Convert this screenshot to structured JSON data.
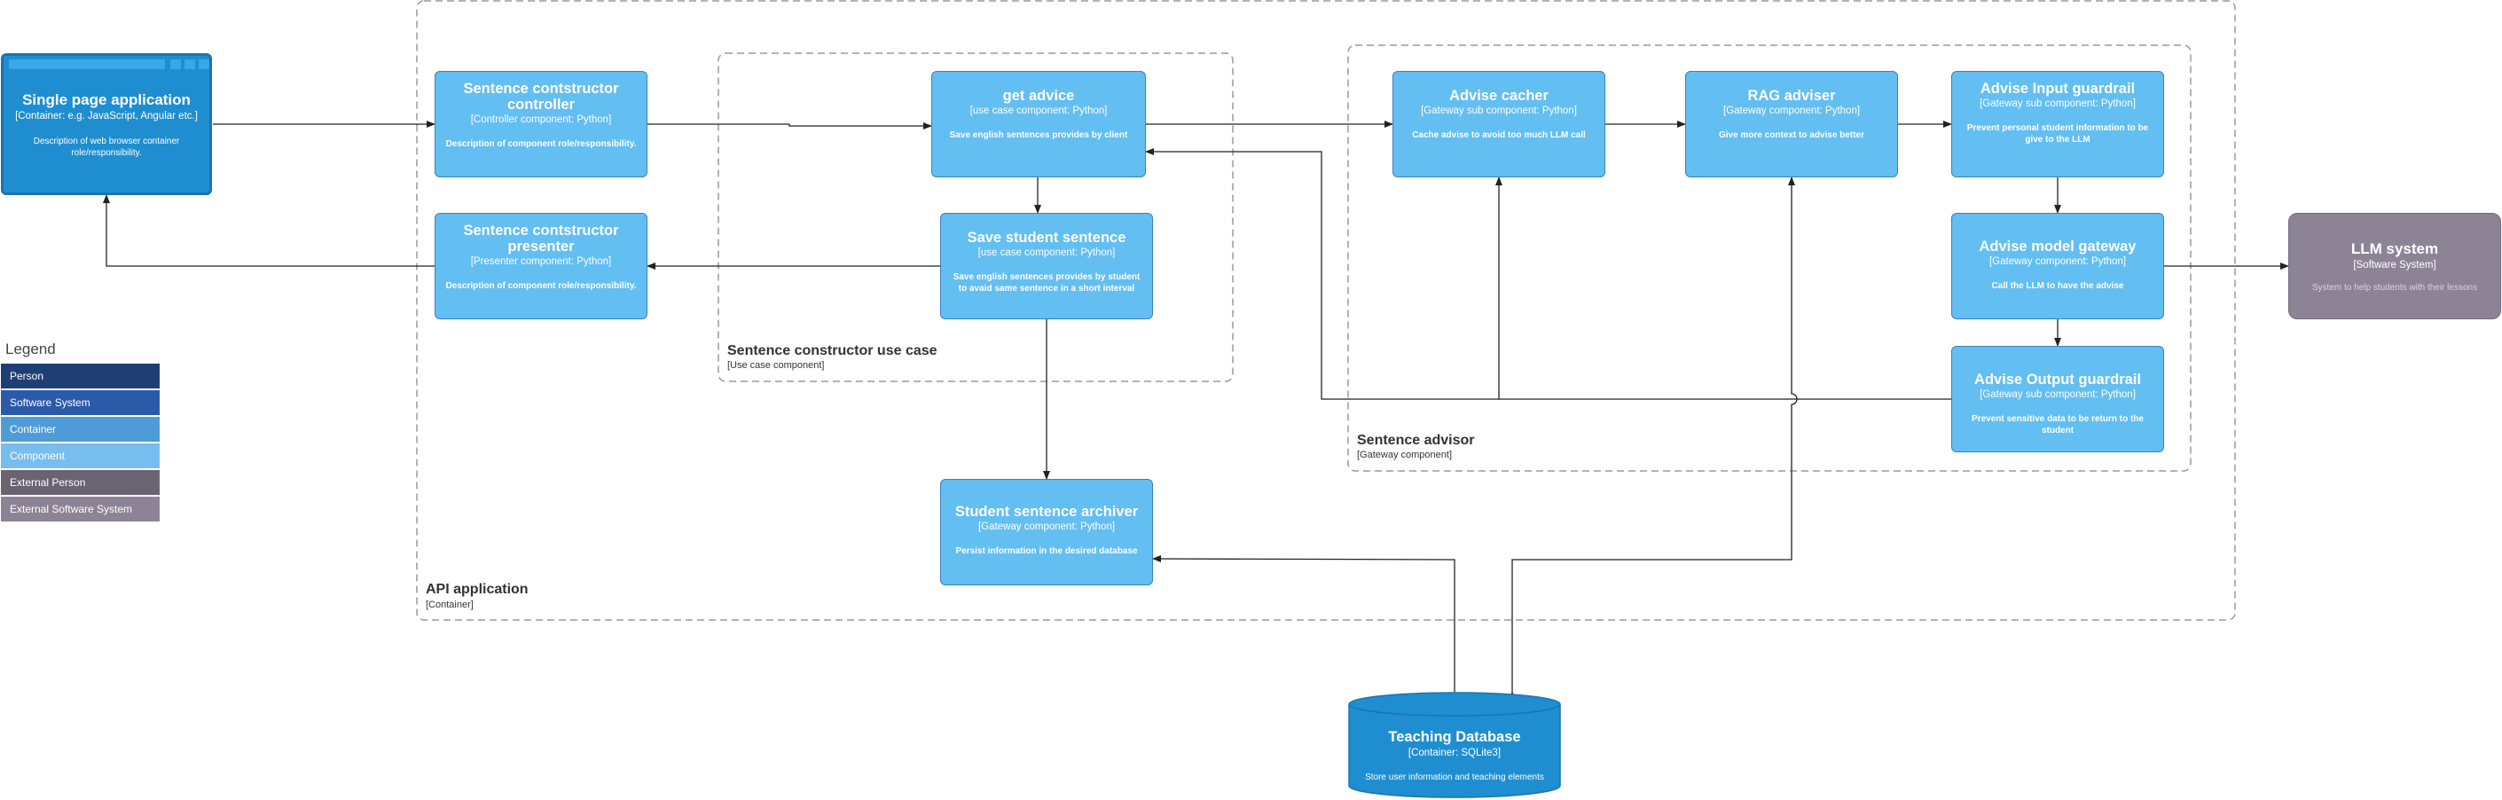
{
  "spa": {
    "title": "Single page application",
    "subtitle": "[Container: e.g. JavaScript, Angular etc.]",
    "description": "Description of web browser container role/responsibility."
  },
  "boundaries": {
    "api": {
      "title": "API application",
      "subtitle": "[Container]"
    },
    "usecase": {
      "title": "Sentence constructor use case",
      "subtitle": "[Use case component]"
    },
    "advisor": {
      "title": "Sentence advisor",
      "subtitle": "[Gateway component]"
    }
  },
  "components": {
    "controller": {
      "title": "Sentence contstructor controller",
      "subtitle": "[Controller component: Python]",
      "description": "Description of component role/responsibility."
    },
    "presenter": {
      "title": "Sentence contstructor presenter",
      "subtitle": "[Presenter component: Python]",
      "description": "Description of component role/responsibility."
    },
    "get_advice": {
      "title": "get advice",
      "subtitle": "[use case component: Python]",
      "description": "Save english sentences provides by client"
    },
    "save_sentence": {
      "title": "Save student sentence",
      "subtitle": "[use case component: Python]",
      "description": "Save english sentences provides by student to avaid same sentence in a short interval"
    },
    "archiver": {
      "title": "Student sentence archiver",
      "subtitle": "[Gateway component: Python]",
      "description": "Persist information in the desired database"
    },
    "cacher": {
      "title": "Advise cacher",
      "subtitle": "[Gateway sub component: Python]",
      "description": "Cache advise to avoid too much LLM call"
    },
    "rag": {
      "title": "RAG adviser",
      "subtitle": "[Gateway component: Python]",
      "description": "Give more context to advise better"
    },
    "input_guard": {
      "title": "Advise Input guardrail",
      "subtitle": "[Gateway sub component: Python]",
      "description": "Prevent personal student information to be give to the LLM"
    },
    "model_gateway": {
      "title": "Advise model gateway",
      "subtitle": "[Gateway component: Python]",
      "description": "Call the LLM to have the advise"
    },
    "output_guard": {
      "title": "Advise Output guardrail",
      "subtitle": "[Gateway sub component: Python]",
      "description": "Prevent sensitive data to be return to the student"
    }
  },
  "llm": {
    "title": "LLM system",
    "subtitle": "[Software System]",
    "description": "System to help students with their lessons"
  },
  "database": {
    "title": "Teaching Database",
    "subtitle": "[Container: SQLite3]",
    "description": "Store user information and teaching elements"
  },
  "legend": {
    "title": "Legend",
    "items": [
      {
        "label": "Person",
        "color": "#1f3f73"
      },
      {
        "label": "Software System",
        "color": "#2a5aa8"
      },
      {
        "label": "Container",
        "color": "#4f9bd8"
      },
      {
        "label": "Component",
        "color": "#78bdf0"
      },
      {
        "label": "External Person",
        "color": "#6b6371"
      },
      {
        "label": "External Software System",
        "color": "#8c8496"
      }
    ]
  },
  "colors": {
    "component": "#63bef2",
    "container": "#1e8ed1",
    "external_system": "#8c8496",
    "boundary": "#999999",
    "arrow": "#333333"
  }
}
